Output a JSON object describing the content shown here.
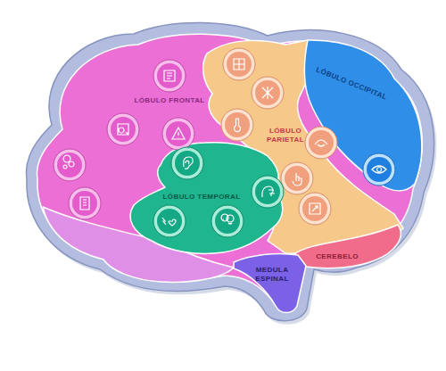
{
  "diagram": {
    "nodes": [
      {
        "text": [
          "LÓBULO FRONTAL"
        ]
      },
      {
        "text": [
          "LÓBULO PARIETAL"
        ]
      },
      {
        "text": [
          "LÓBULO OCCIPITAL"
        ]
      },
      {
        "text": [
          "LÓBULO TEMPORAL"
        ]
      },
      {
        "text": [
          "CEREBELO"
        ]
      },
      {
        "text": [
          "MEDULA ESPINAL"
        ]
      }
    ]
  }
}
